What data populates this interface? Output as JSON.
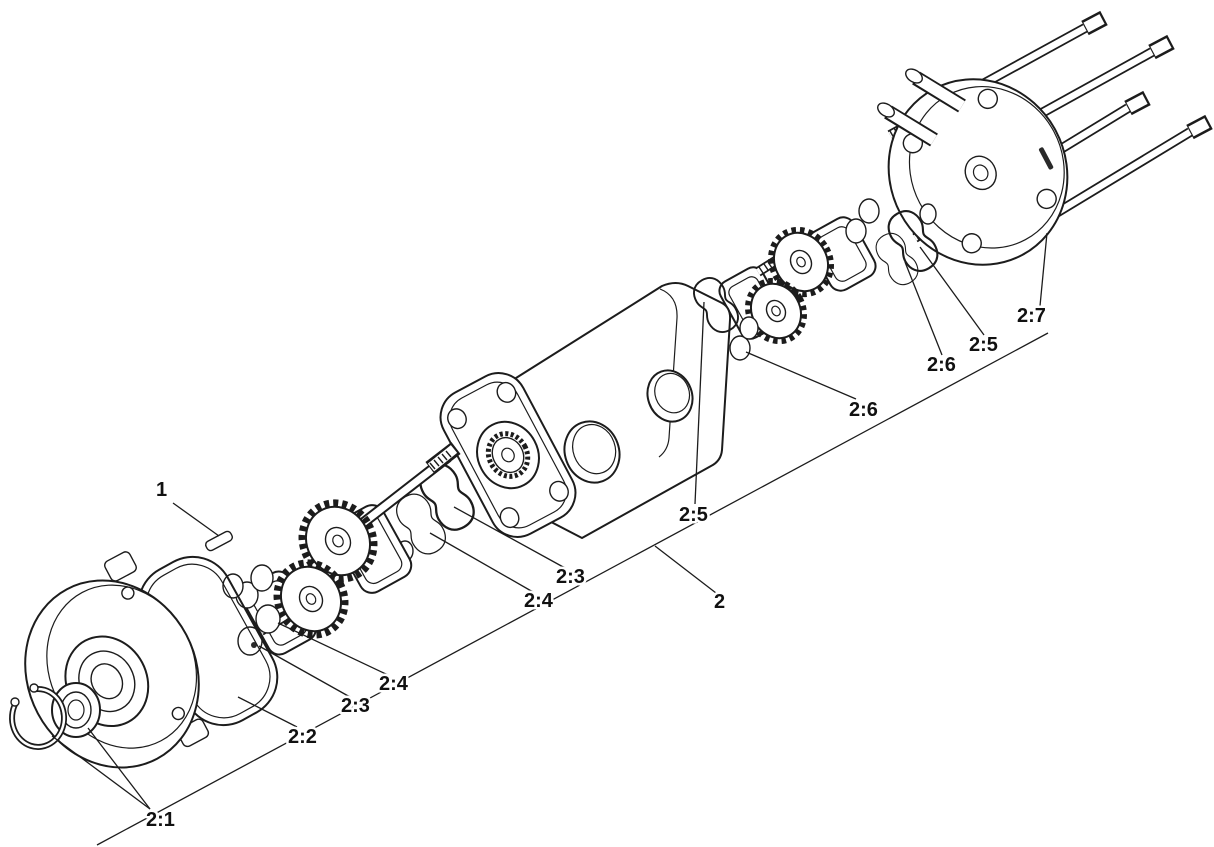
{
  "figure": {
    "type": "exploded-parts-diagram",
    "background_color": "#ffffff",
    "line_color": "#1c1c1c",
    "callouts": [
      {
        "id": "item-1",
        "text": "1"
      },
      {
        "id": "item-2-1",
        "text": "2:1"
      },
      {
        "id": "item-2-2",
        "text": "2:2"
      },
      {
        "id": "item-2-3-a",
        "text": "2:3"
      },
      {
        "id": "item-2-4-a",
        "text": "2:4"
      },
      {
        "id": "item-2-4-b",
        "text": "2:4"
      },
      {
        "id": "item-2-3-b",
        "text": "2:3"
      },
      {
        "id": "item-2",
        "text": "2"
      },
      {
        "id": "item-2-5-a",
        "text": "2:5"
      },
      {
        "id": "item-2-6-a",
        "text": "2:6"
      },
      {
        "id": "item-2-6-b",
        "text": "2:6"
      },
      {
        "id": "item-2-5-b",
        "text": "2:5"
      },
      {
        "id": "item-2-7",
        "text": "2:7"
      }
    ]
  }
}
